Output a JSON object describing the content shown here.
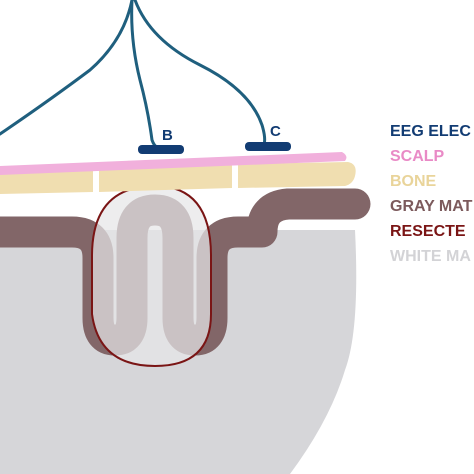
{
  "electrodes": [
    {
      "letter": "B"
    },
    {
      "letter": "C"
    }
  ],
  "legend": [
    {
      "text": "EEG ELEC",
      "color": "#123c73"
    },
    {
      "text": "SCALP",
      "color": "#e98ac6"
    },
    {
      "text": "BONE",
      "color": "#e9d49a"
    },
    {
      "text": "GRAY MAT",
      "color": "#7c5a5c"
    },
    {
      "text": "RESECTE",
      "color": "#7a1515"
    },
    {
      "text": "WHITE MA",
      "color": "#d3d3d6"
    }
  ],
  "colors": {
    "wire": "#1f5f7e",
    "electrode": "#123c73",
    "scalp": "#f1b0dc",
    "bone": "#f0deb0",
    "gray_matter": "#826668",
    "resection_fill": "#e6e6e8",
    "resection_outline": "#7a1515",
    "white_matter": "#d6d6d9"
  }
}
